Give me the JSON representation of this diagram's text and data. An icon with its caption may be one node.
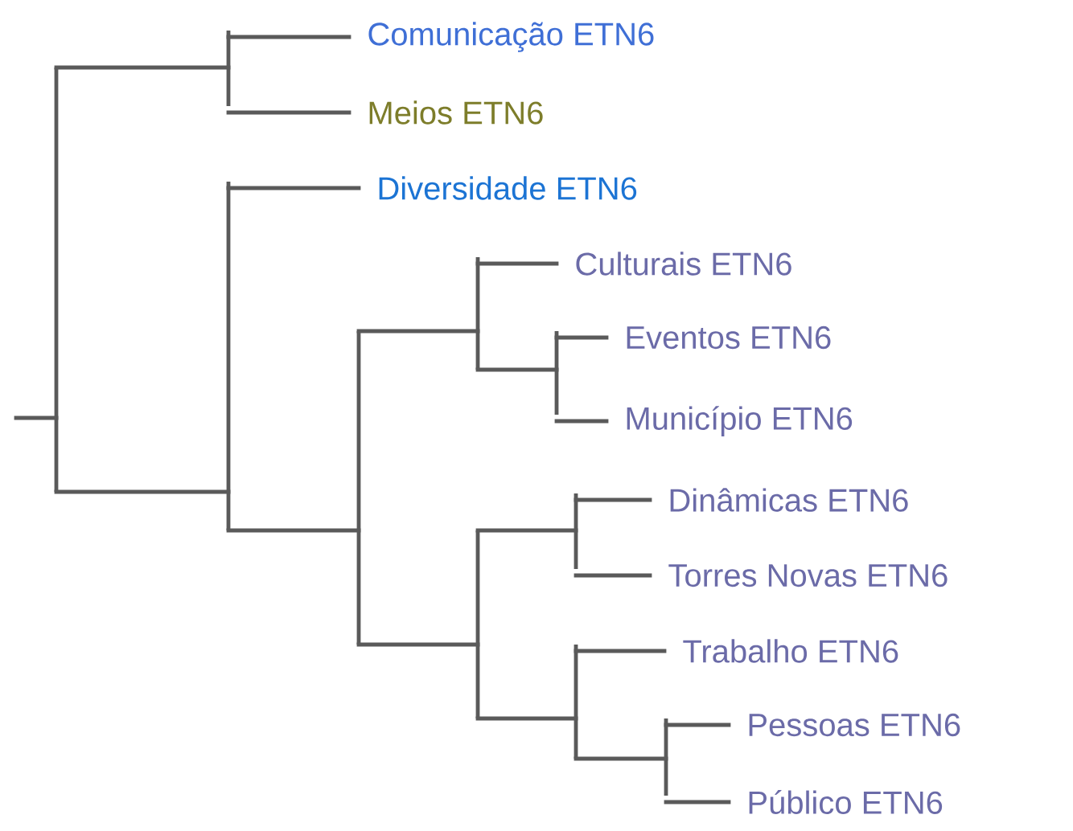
{
  "diagram": {
    "nodes": [
      {
        "text": [
          "Comunicação ETN6"
        ]
      },
      {
        "text": [
          "Meios ETN6"
        ]
      },
      {
        "text": [
          "Diversidade ETN6"
        ]
      },
      {
        "text": [
          "Culturais ETN6"
        ]
      },
      {
        "text": [
          "Eventos ETN6"
        ]
      },
      {
        "text": [
          "Município ETN6"
        ]
      },
      {
        "text": [
          "Dinâmicas ETN6"
        ]
      },
      {
        "text": [
          "Torres Novas ETN6"
        ]
      },
      {
        "text": [
          "Trabalho ETN6"
        ]
      },
      {
        "text": [
          "Pessoas ETN6"
        ]
      },
      {
        "text": [
          "Público ETN6"
        ]
      },
      {
        "text": [],
        "shape": "bracket"
      },
      {
        "text": [],
        "shape": "bracket"
      },
      {
        "text": [],
        "shape": "bracket"
      },
      {
        "text": [],
        "shape": "bracket"
      },
      {
        "text": [],
        "shape": "bracket"
      },
      {
        "text": [],
        "shape": "bracket"
      },
      {
        "text": [],
        "shape": "bracket"
      },
      {
        "text": [],
        "shape": "bracket"
      },
      {
        "text": [],
        "shape": "bracket"
      },
      {
        "text": [],
        "shape": "bracket"
      }
    ],
    "edges": [
      {
        "from": null,
        "to": 11,
        "arrow": "none"
      },
      {
        "from": 11,
        "to": 12,
        "arrow": "none"
      },
      {
        "from": 11,
        "to": 13,
        "arrow": "none"
      },
      {
        "from": 12,
        "to": 0,
        "arrow": "none"
      },
      {
        "from": 12,
        "to": 1,
        "arrow": "none"
      },
      {
        "from": 13,
        "to": 2,
        "arrow": "none"
      },
      {
        "from": 13,
        "to": 14,
        "arrow": "none"
      },
      {
        "from": 14,
        "to": 15,
        "arrow": "none"
      },
      {
        "from": 14,
        "to": 16,
        "arrow": "none"
      },
      {
        "from": 15,
        "to": 3,
        "arrow": "none"
      },
      {
        "from": 15,
        "to": 17,
        "arrow": "none"
      },
      {
        "from": 17,
        "to": 4,
        "arrow": "none"
      },
      {
        "from": 17,
        "to": 5,
        "arrow": "none"
      },
      {
        "from": 16,
        "to": 18,
        "arrow": "none"
      },
      {
        "from": 16,
        "to": 19,
        "arrow": "none"
      },
      {
        "from": 18,
        "to": 6,
        "arrow": "none"
      },
      {
        "from": 18,
        "to": 7,
        "arrow": "none"
      },
      {
        "from": 19,
        "to": 8,
        "arrow": "none"
      },
      {
        "from": 19,
        "to": 20,
        "arrow": "none"
      },
      {
        "from": 20,
        "to": 9,
        "arrow": "none"
      },
      {
        "from": 20,
        "to": 10,
        "arrow": "none"
      }
    ]
  }
}
